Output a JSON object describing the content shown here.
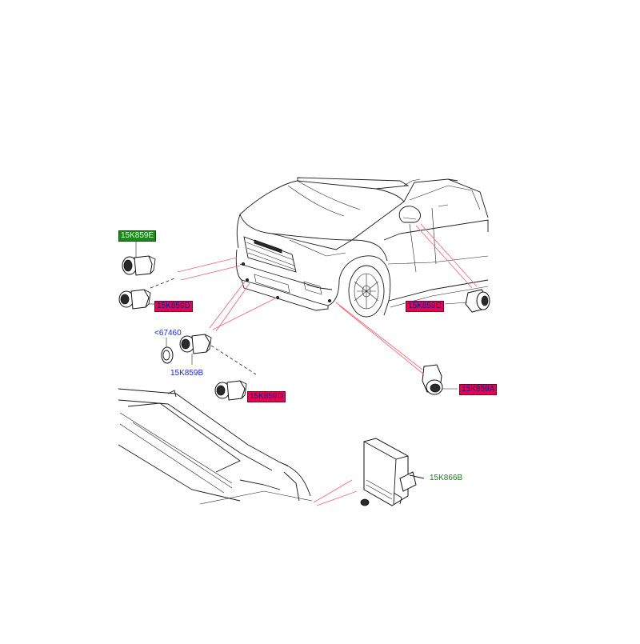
{
  "labels": {
    "e": "15K859E",
    "d_top": "15K859D",
    "c": "15K859C",
    "ref_67460": "<67460",
    "b": "15K859B",
    "d_bottom": "15K859D",
    "a": "15K859A",
    "module": "15K866B"
  },
  "colors": {
    "tag_red": "#e8004f",
    "tag_green": "#1a8a1a",
    "text_blue": "#1a2bd6",
    "text_green": "#1b7a1b",
    "leader_red": "#f06a7a"
  }
}
